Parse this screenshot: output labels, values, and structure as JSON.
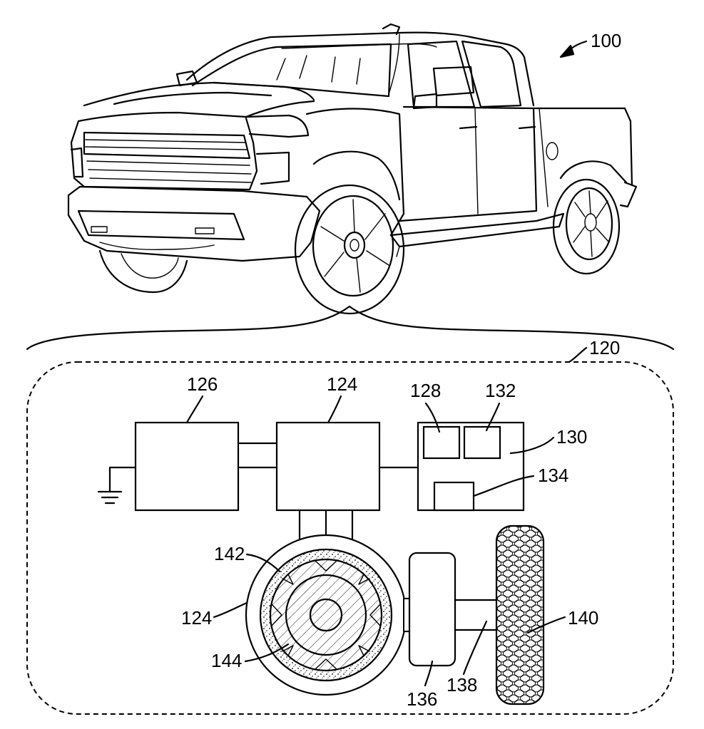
{
  "figure": {
    "labels": {
      "vehicle": "100",
      "system": "120",
      "power_source": "126",
      "inverter": "124",
      "controller": "130",
      "processor": "128",
      "memory": "132",
      "sensor": "134",
      "motor": "124",
      "stator": "142",
      "rotor": "144",
      "gearbox": "136",
      "shaft": "138",
      "wheel": "140"
    }
  },
  "colors": {
    "line": "#000000",
    "background": "#ffffff"
  }
}
